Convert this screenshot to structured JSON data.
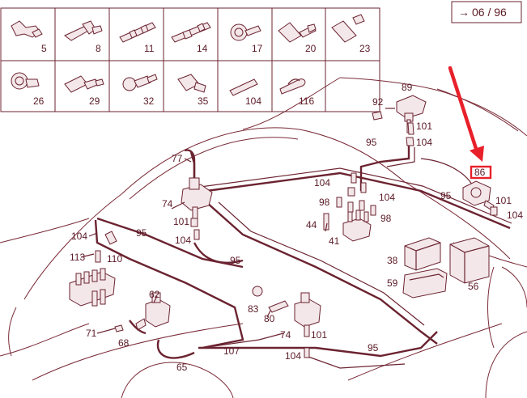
{
  "page_ref": "06 / 96",
  "arrow_glyph": "→",
  "catalog": {
    "row1": [
      "5",
      "8",
      "11",
      "14",
      "17",
      "20",
      "23"
    ],
    "row2": [
      "26",
      "29",
      "32",
      "35",
      "104",
      "116"
    ]
  },
  "callouts": {
    "c89": "89",
    "c92": "92",
    "c101a": "101",
    "c104a": "104",
    "c95a": "95",
    "c77": "77",
    "c104b": "104",
    "c98a": "98",
    "c104c": "104",
    "c86": "86",
    "c95b": "95",
    "c101b": "101",
    "c104d": "104",
    "c74a": "74",
    "c101c": "101",
    "c44": "44",
    "c98b": "98",
    "c41": "41",
    "c104e": "104",
    "c95c": "95",
    "c104f": "104",
    "c113": "113",
    "c110": "110",
    "c95d": "95",
    "c38": "38",
    "c59": "59",
    "c56": "56",
    "c62": "62",
    "c83": "83",
    "c80": "80",
    "c71": "71",
    "c68": "68",
    "c74b": "74",
    "c101d": "101",
    "c107": "107",
    "c95e": "95",
    "c104g": "104",
    "c65": "65"
  },
  "colors": {
    "ink": "#6b2330",
    "highlight": "#e8202a",
    "arrow": "#e8202a"
  }
}
